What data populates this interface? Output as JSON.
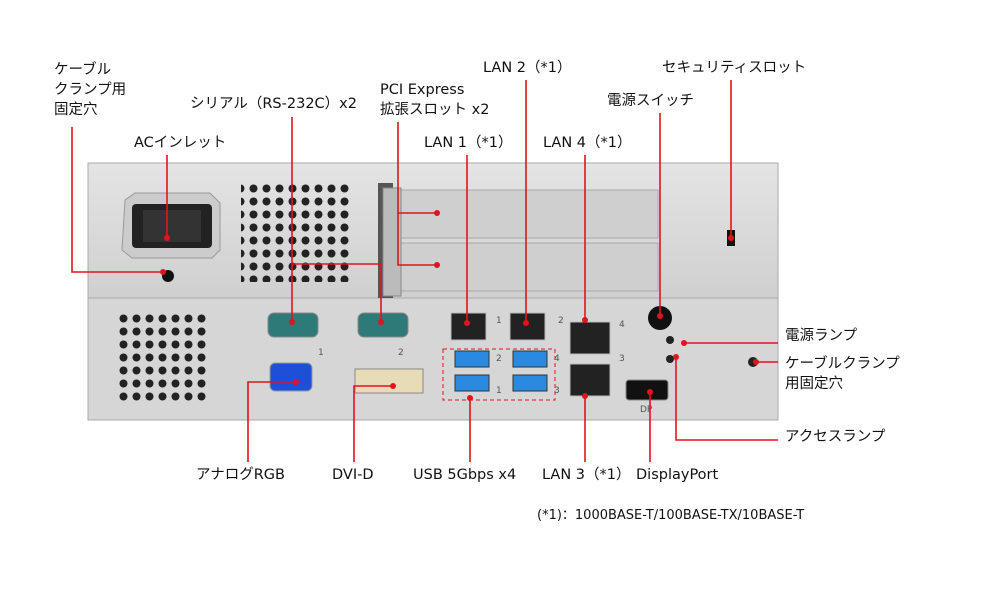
{
  "labels": {
    "cable_clamp_top": [
      "ケーブル",
      "クランプ用",
      "固定穴"
    ],
    "ac_inlet": "ACインレット",
    "serial": "シリアル（RS-232C）x2",
    "pci": [
      "PCI Express",
      "拡張スロット x2"
    ],
    "lan1": "LAN 1（*1）",
    "lan2": "LAN 2（*1）",
    "lan4": "LAN 4（*1）",
    "power_switch": "電源スイッチ",
    "security_slot": "セキュリティスロット",
    "power_lamp": "電源ランプ",
    "cable_clamp_right": [
      "ケーブルクランプ",
      "用固定穴"
    ],
    "access_lamp": "アクセスランプ",
    "analog_rgb": "アナログRGB",
    "dvi": "DVI-D",
    "usb": "USB 5Gbps x4",
    "lan3": "LAN 3（*1）",
    "displayport": "DisplayPort",
    "footnote": "(*1)：1000BASE-T/100BASE-TX/10BASE-T"
  },
  "panel_marks": {
    "serial1": "1",
    "serial2": "2",
    "lan1": "1",
    "lan2": "2",
    "lan3": "3",
    "lan4": "4",
    "usb2": "2",
    "usb1": "1",
    "usb4": "4",
    "usb3": "3",
    "dp": "DP"
  },
  "colors": {
    "callout": "#e0141e",
    "panel": "#d9d9d9"
  }
}
